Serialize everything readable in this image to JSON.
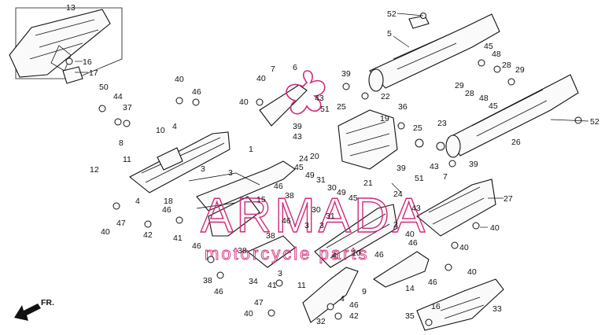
{
  "watermark": {
    "brand": "ARMADA",
    "tagline": "motorcycle parts",
    "color": "#d12a7a"
  },
  "direction_label": "FR.",
  "parts": {
    "p13": "13",
    "p16a": "16",
    "p17": "17",
    "p52a": "52",
    "p5": "5",
    "p45a": "45",
    "p48a": "48",
    "p28a": "28",
    "p29a": "29",
    "p29b": "29",
    "p28b": "28",
    "p48b": "48",
    "p45b": "45",
    "p52b": "52",
    "p50": "50",
    "p44": "44",
    "p37": "37",
    "p40a": "40",
    "p46a": "46",
    "p7a": "7",
    "p40b": "40",
    "p6": "6",
    "p40c": "40",
    "p39a": "39",
    "p22": "22",
    "p25a": "25",
    "p43a": "43",
    "p51a": "51",
    "p36": "36",
    "p19": "19",
    "p25b": "25",
    "p23": "23",
    "p26": "26",
    "p10a": "10",
    "p4a": "4",
    "p8": "8",
    "p39b": "39",
    "p43b": "43",
    "p1": "1",
    "p24a": "24",
    "p20": "20",
    "p11": "11",
    "p12": "12",
    "p3a": "3",
    "p3b": "3",
    "p45c": "45",
    "p49a": "49",
    "p31a": "31",
    "p30a": "30",
    "p49b": "49",
    "p45d": "45",
    "p21": "21",
    "p39c": "39",
    "p24b": "24",
    "p43c": "43",
    "p7b": "7",
    "p39d": "39",
    "p51b": "51",
    "p27": "27",
    "p46b": "46",
    "p38a": "38",
    "p15": "15",
    "p4b": "4",
    "p18": "18",
    "p46c": "46",
    "p40d": "40",
    "p47a": "47",
    "p42a": "42",
    "p41a": "41",
    "p30b": "30",
    "p31b": "31",
    "p46d": "46",
    "p38b": "38",
    "p3c": "3",
    "p3d": "3",
    "p2": "2",
    "p43d": "43",
    "p40e": "40",
    "p40f": "40",
    "p46e": "46",
    "p38c": "38",
    "p46f": "46",
    "p40g": "40",
    "p4c": "4",
    "p10b": "10",
    "p46g": "46",
    "p46h": "46",
    "p40h": "40",
    "p3e": "3",
    "p38d": "38",
    "p34": "34",
    "p41b": "41",
    "p11b": "11",
    "p9": "9",
    "p14": "14",
    "p46i": "46",
    "p40i": "40",
    "p47b": "47",
    "p40j": "40",
    "p4d": "4",
    "p46j": "46",
    "p42b": "42",
    "p32": "32",
    "p16b": "16",
    "p35": "35",
    "p33": "33"
  }
}
